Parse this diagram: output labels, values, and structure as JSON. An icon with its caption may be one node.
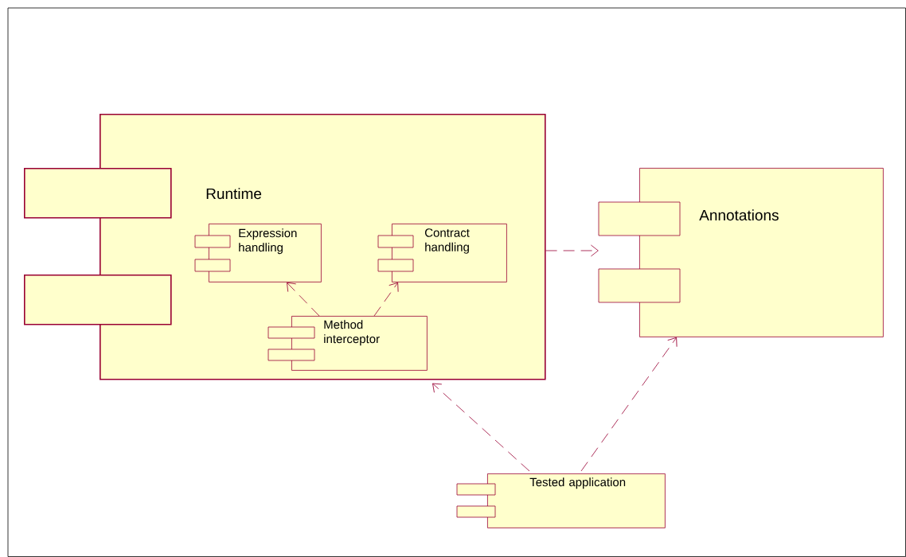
{
  "diagram": {
    "nodes": [
      {
        "text": [
          "Runtime"
        ]
      },
      {
        "text": [
          "Expression handling"
        ],
        "in": 0
      },
      {
        "text": [
          "Contract handling"
        ],
        "in": 0
      },
      {
        "text": [
          "Method interceptor"
        ],
        "in": 0
      },
      {
        "text": [
          "Annotations"
        ]
      },
      {
        "text": [
          "Tested application"
        ]
      },
      {
        "text": [],
        "shape": "box"
      },
      {
        "text": [],
        "shape": "box"
      }
    ],
    "edges": [
      {
        "from": 3,
        "to": 1,
        "arrow": "to",
        "style": "dashed"
      },
      {
        "from": 3,
        "to": 2,
        "arrow": "to",
        "style": "dashed"
      },
      {
        "from": 0,
        "to": 4,
        "arrow": "to",
        "style": "dashed"
      },
      {
        "from": 5,
        "to": 0,
        "arrow": "to",
        "style": "dashed"
      },
      {
        "from": 5,
        "to": 4,
        "arrow": "to",
        "style": "dashed"
      }
    ]
  }
}
